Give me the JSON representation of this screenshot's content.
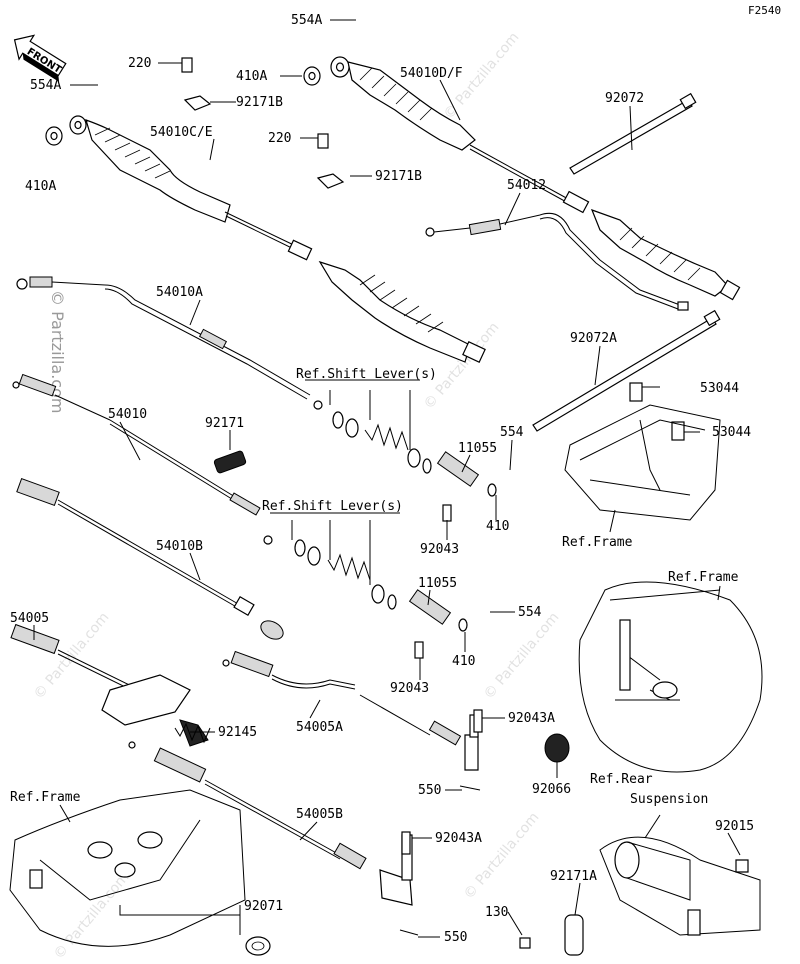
{
  "figure_code": "F2540",
  "front_label": "FRONT",
  "watermark": "© Partzilla.com",
  "parts": {
    "p554A_top": "554A",
    "p554A_left": "554A",
    "p220_a": "220",
    "p220_b": "220",
    "p410A_a": "410A",
    "p410A_b": "410A",
    "p92171B_a": "92171B",
    "p92171B_b": "92171B",
    "p54010DF": "54010D/F",
    "p54010CE": "54010C/E",
    "p92072": "92072",
    "p54012": "54012",
    "p54010A": "54010A",
    "p92072A": "92072A",
    "p53044_a": "53044",
    "p53044_b": "53044",
    "p54010": "54010",
    "p92171": "92171",
    "p554": "554",
    "p554_b": "554",
    "p11055_a": "11055",
    "p11055_b": "11055",
    "p410_a": "410",
    "p410_b": "410",
    "p92043_a": "92043",
    "p92043_b": "92043",
    "p54010B": "54010B",
    "p54005": "54005",
    "p92145": "92145",
    "p54005A": "54005A",
    "p92043A_a": "92043A",
    "p92043A_b": "92043A",
    "p550_a": "550",
    "p550_b": "550",
    "p92066": "92066",
    "p54005B": "54005B",
    "p92071": "92071",
    "p92015": "92015",
    "p92171A": "92171A",
    "p130": "130"
  },
  "refs": {
    "shift_lever_a": "Ref.Shift Lever(s)",
    "shift_lever_b": "Ref.Shift Lever(s)",
    "frame_a": "Ref.Frame",
    "frame_b": "Ref.Frame",
    "frame_c": "Ref.Frame",
    "rear_suspension_1": "Ref.Rear",
    "rear_suspension_2": "Suspension"
  }
}
